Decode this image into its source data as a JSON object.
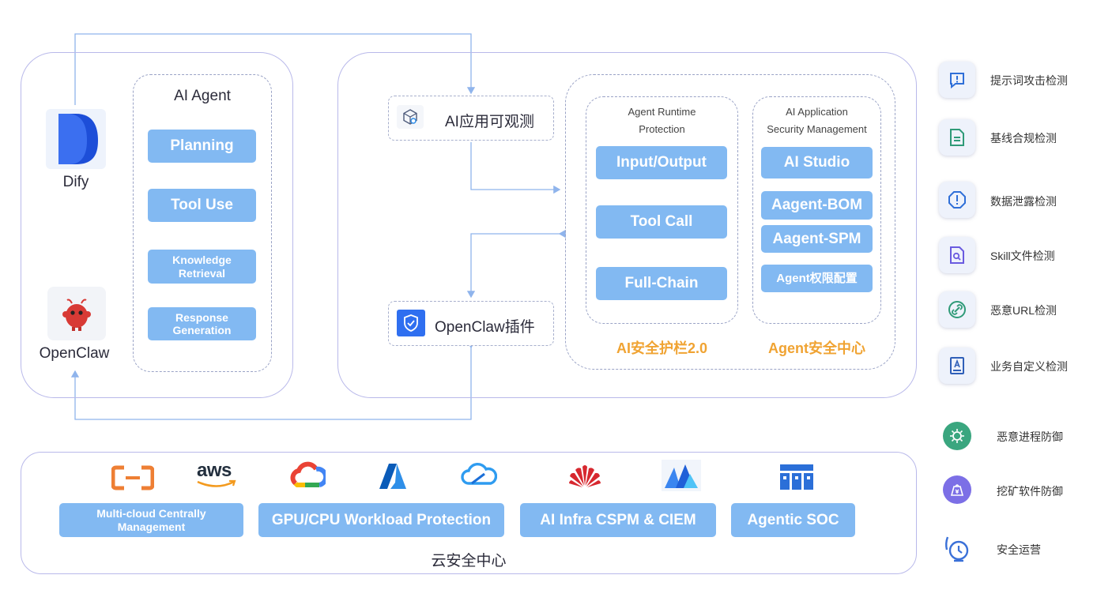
{
  "clients": {
    "dify": {
      "label": "Dify"
    },
    "openclaw": {
      "label": "OpenClaw"
    }
  },
  "ai_agent": {
    "title": "AI Agent",
    "items": [
      "Planning",
      "Tool Use",
      "Knowledge Retrieval",
      "Response Generation"
    ]
  },
  "observability": {
    "label": "AI应用可观测"
  },
  "openclaw_plugin": {
    "label": "OpenClaw插件"
  },
  "runtime": {
    "title_line1": "Agent Runtime",
    "title_line2": "Protection",
    "items": [
      "Input/Output",
      "Tool Call",
      "Full-Chain"
    ],
    "caption": "AI安全护栏2.0"
  },
  "app_security": {
    "title_line1": "AI Application",
    "title_line2": "Security Management",
    "items": [
      "AI Studio",
      "Aagent-BOM",
      "Aagent-SPM",
      "Agent权限配置"
    ],
    "caption": "Agent安全中心"
  },
  "cloud_center": {
    "logos": [
      "alibaba-cloud-logo",
      "aws-logo",
      "google-cloud-logo",
      "azure-logo",
      "tencent-cloud-logo",
      "huawei-cloud-logo",
      "volcengine-logo",
      "agentic-soc-logo"
    ],
    "aws_text": "aws",
    "buttons": [
      "Multi-cloud Centrally Management",
      "GPU/CPU Workload Protection",
      "AI Infra CSPM & CIEM",
      "Agentic SOC"
    ],
    "title": "云安全中心"
  },
  "side_features": [
    {
      "label": "提示词攻击检测",
      "icon": "chat-alert-icon"
    },
    {
      "label": "基线合规检测",
      "icon": "document-icon"
    },
    {
      "label": "数据泄露检测",
      "icon": "octagon-alert-icon"
    },
    {
      "label": "Skill文件检测",
      "icon": "file-search-icon"
    },
    {
      "label": "恶意URL检测",
      "icon": "link-icon"
    },
    {
      "label": "业务自定义检测",
      "icon": "book-icon"
    },
    {
      "label": "恶意进程防御",
      "icon": "virus-icon"
    },
    {
      "label": "挖矿软件防御",
      "icon": "mining-icon"
    },
    {
      "label": "安全运营",
      "icon": "alarm-icon"
    }
  ],
  "colors": {
    "button_blue": "#82b9f2",
    "panel_border": "#b9b9ea",
    "connector": "#8fb4ec",
    "caption_orange": "#f0a332"
  }
}
